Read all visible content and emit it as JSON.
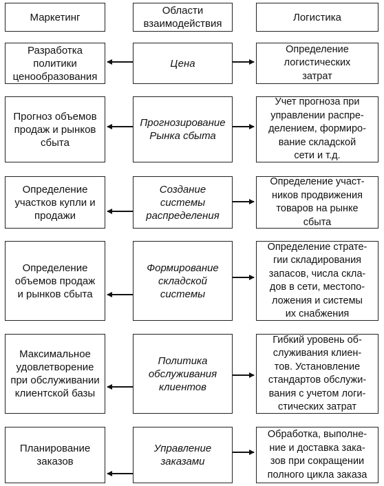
{
  "headers": {
    "marketing": "Маркетинг",
    "areas": "Области\nвзаимодействия",
    "logistics": "Логистика"
  },
  "rows": [
    {
      "marketing": "Разработка\nполитики\nценообразования",
      "area": "Цена",
      "logistics": "Определение\nлогистических\nзатрат"
    },
    {
      "marketing": "Прогноз объемов\nпродаж и рынков\nсбыта",
      "area": "Прогнозирование\nРынка сбыта",
      "logistics": "Учет прогноза при\nуправлении распре-\nделением, формиро-\nвание складской\nсети и т.д."
    },
    {
      "marketing": "Определение\nучастков купли и\nпродажи",
      "area": "Создание\nсистемы\nраспределения",
      "logistics": "Определение участ-\nников продвижения\nтоваров на рынке\nсбыта"
    },
    {
      "marketing": "Определение\nобъемов продаж\nи рынков сбыта",
      "area": "Формирование\nскладской\nсистемы",
      "logistics": "Определение страте-\nгии складирования\nзапасов, числа скла-\nдов в сети, местопо-\nложения и системы\nих снабжения"
    },
    {
      "marketing": "Максимальное\nудовлетворение\nпри обслуживании\nклиентской базы",
      "area": "Политика\nобслуживания\nклиентов",
      "logistics": "Гибкий уровень об-\nслуживания клиен-\nтов. Установление\nстандартов обслужи-\nвания с учетом логи-\nстических затрат"
    },
    {
      "marketing": "Планирование\nзаказов",
      "area": "Управление\nзаказами",
      "logistics": "Обработка, выполне-\nние и доставка зака-\nзов при сокращении\nполного цикла заказа"
    }
  ]
}
